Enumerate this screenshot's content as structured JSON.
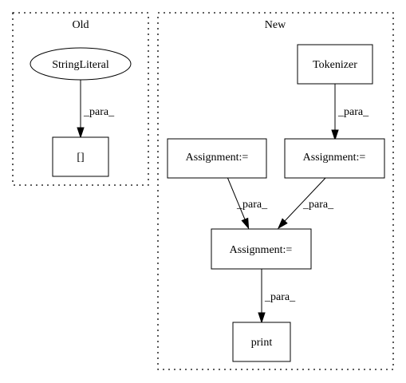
{
  "clusters": {
    "old": {
      "label": "Old"
    },
    "new": {
      "label": "New"
    }
  },
  "nodes": {
    "string_literal": {
      "label": "StringLiteral",
      "shape": "ellipse"
    },
    "index": {
      "label": "[]",
      "shape": "box"
    },
    "tokenizer": {
      "label": "Tokenizer",
      "shape": "box"
    },
    "assign_left": {
      "label": "Assignment:=",
      "shape": "box"
    },
    "assign_right": {
      "label": "Assignment:=",
      "shape": "box"
    },
    "assign_merge": {
      "label": "Assignment:=",
      "shape": "box"
    },
    "print": {
      "label": "print",
      "shape": "box"
    }
  },
  "edges": [
    {
      "from": "string_literal",
      "to": "index",
      "label": "_para_"
    },
    {
      "from": "tokenizer",
      "to": "assign_right",
      "label": "_para_"
    },
    {
      "from": "assign_left",
      "to": "assign_merge",
      "label": "_para_"
    },
    {
      "from": "assign_right",
      "to": "assign_merge",
      "label": "_para_"
    },
    {
      "from": "assign_merge",
      "to": "print",
      "label": "_para_"
    }
  ]
}
